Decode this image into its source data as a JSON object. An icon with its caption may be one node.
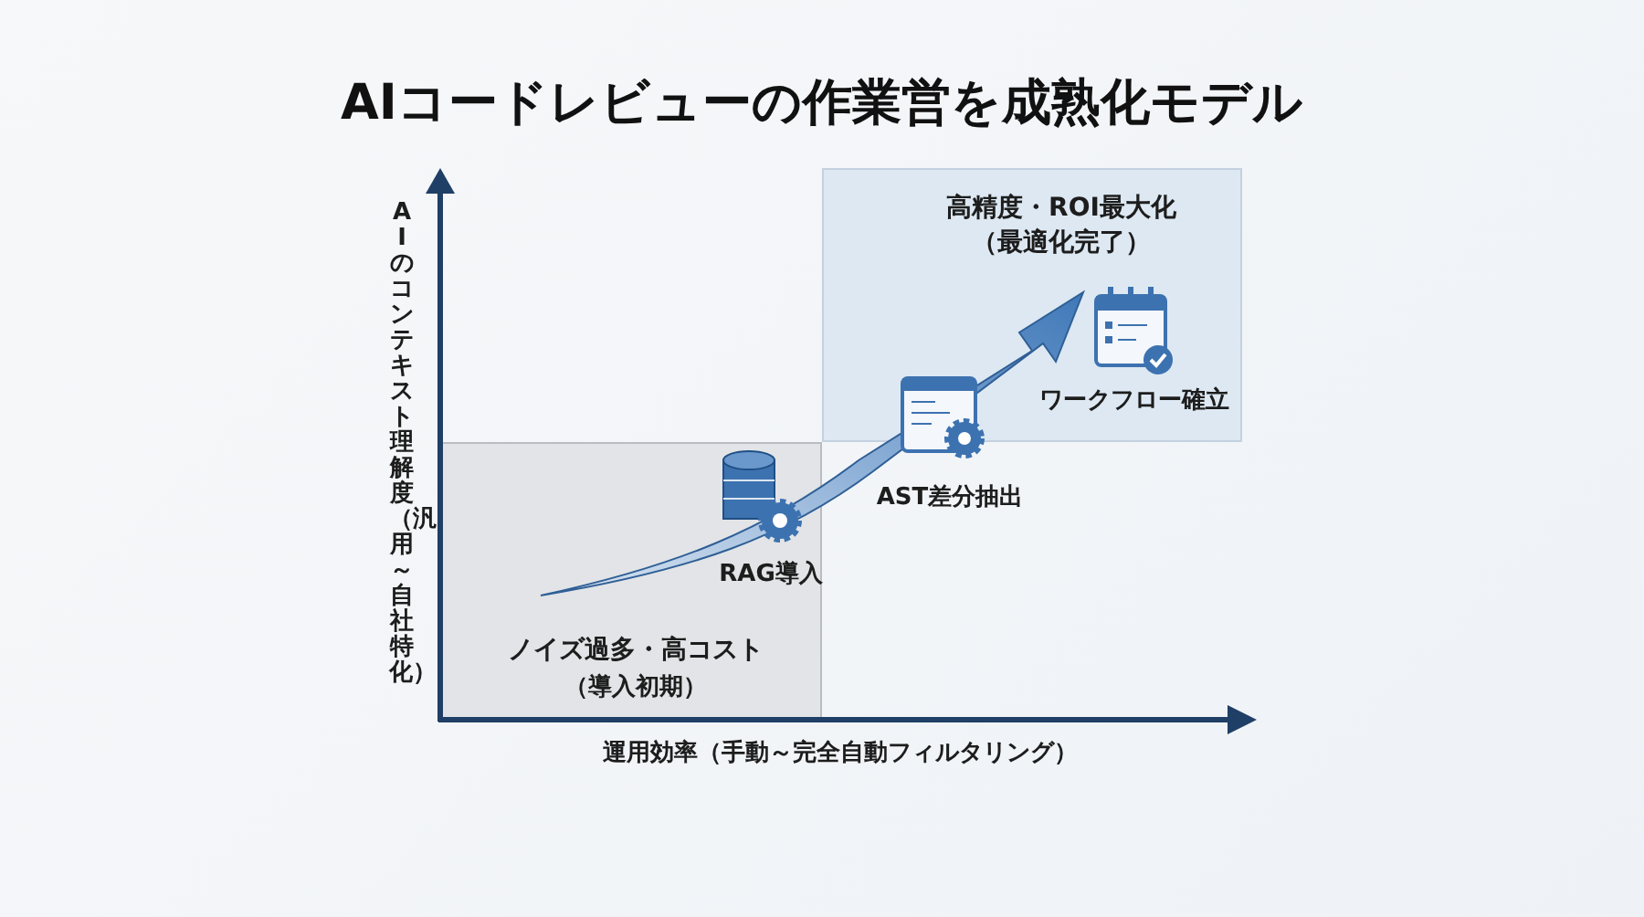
{
  "diagram": {
    "title": "AIコードレビューの作業営を成熟化モデル",
    "nodes": [
      {
        "text": [
          "RAG導入",
          "ノイズ過多・高コスト",
          "（導入初期）"
        ]
      },
      {
        "text": [
          "高精度・ROI最大化",
          "（最適化完了）",
          "ワークフロー確立"
        ]
      }
    ],
    "edges": [
      {
        "from": 0,
        "to": 1,
        "arrow": "to"
      }
    ],
    "labels": [
      "AIのコンテキスト理解度（汎用～自社特化）",
      "AST差分抽出",
      "運用効率（手動～完全自動フィルタリング）"
    ]
  }
}
